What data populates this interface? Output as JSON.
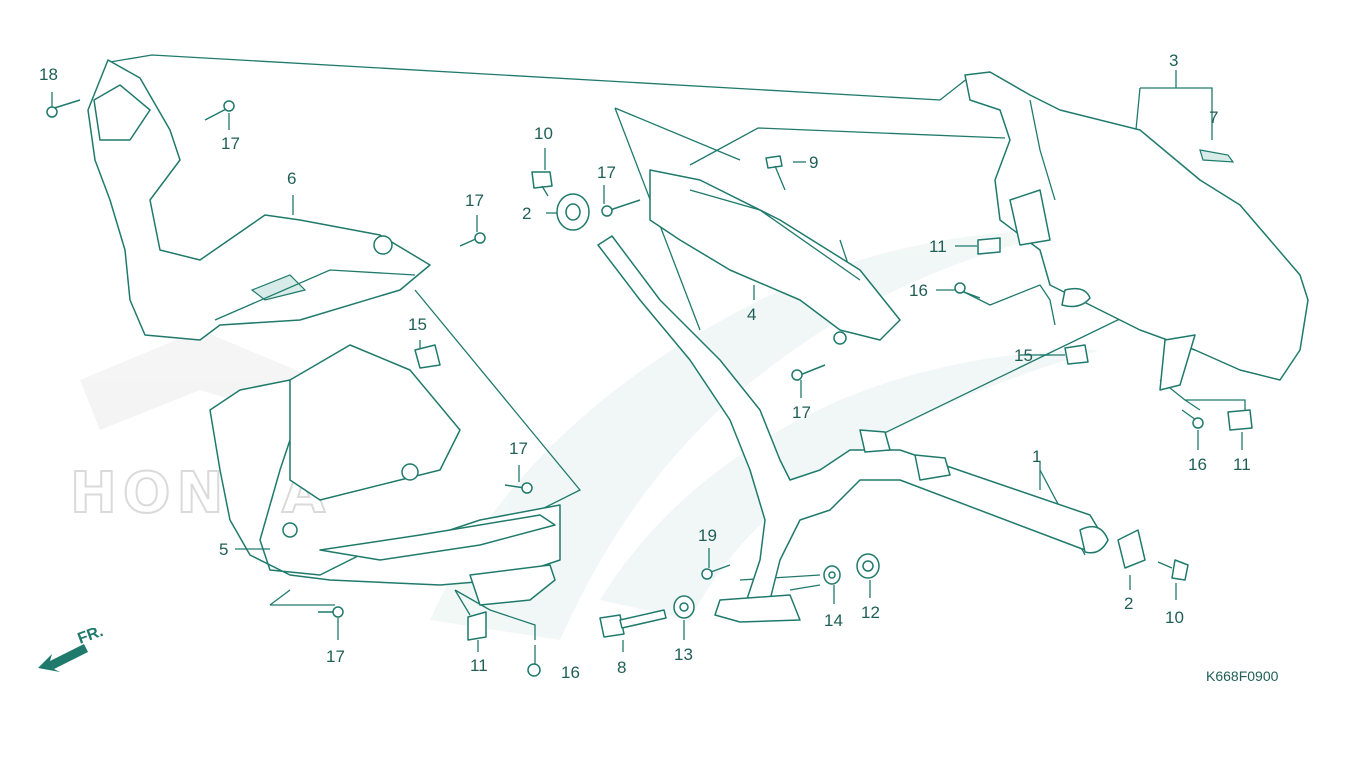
{
  "diagram_code": "K668F0900",
  "front_indicator": "FR.",
  "watermark_text": "HONDA",
  "colors": {
    "line": "#1f7a6c",
    "text": "#1f5f57",
    "watermark": "#e6f2ef",
    "dots": "#c9c9c9"
  },
  "callouts": {
    "c18": "18",
    "c17a": "17",
    "c6": "6",
    "c17b": "17",
    "c10a": "10",
    "c17c": "17",
    "c2a": "2",
    "c9": "9",
    "c3": "3",
    "c7": "7",
    "c11a": "11",
    "c16a": "16",
    "c4": "4",
    "c15a": "15",
    "c15b": "15",
    "c17d": "17",
    "c16b": "16",
    "c11b": "11",
    "c17e": "17",
    "c1": "1",
    "c5": "5",
    "c19": "19",
    "c2b": "2",
    "c10b": "10",
    "c14": "14",
    "c12": "12",
    "c8": "8",
    "c13": "13",
    "c17f": "17",
    "c11c": "11",
    "c16c": "16"
  }
}
